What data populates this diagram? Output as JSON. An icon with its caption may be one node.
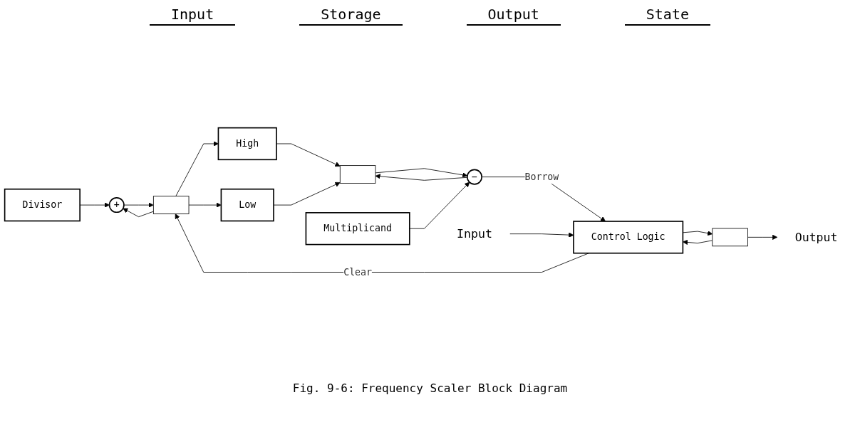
{
  "diagram": {
    "caption": "Fig. 9-6:  Frequency Scaler Block Diagram",
    "nodes": [
      {
        "text": [
          "Divisor"
        ]
      },
      {
        "text": [
          "+"
        ]
      },
      {
        "text": [],
        "shape": "box"
      },
      {
        "text": [
          "High"
        ]
      },
      {
        "text": [
          "Low"
        ]
      },
      {
        "text": [],
        "shape": "box"
      },
      {
        "text": [
          "−"
        ]
      },
      {
        "text": [
          "Multiplicand"
        ]
      },
      {
        "text": [],
        "shape": "box"
      },
      {
        "text": [
          "Control Logic"
        ]
      },
      {
        "text": [
          "Input"
        ]
      },
      {
        "text": [
          "Output"
        ]
      }
    ],
    "edges": [
      {
        "from": 0,
        "to": 1,
        "arrow": "to"
      },
      {
        "from": 2,
        "to": 1,
        "arrow": "to"
      },
      {
        "from": 1,
        "to": 2,
        "arrow": "to"
      },
      {
        "from": 2,
        "to": 3,
        "arrow": "to"
      },
      {
        "from": 2,
        "to": 4,
        "arrow": "to"
      },
      {
        "from": 3,
        "to": 5,
        "arrow": "to"
      },
      {
        "from": 4,
        "to": 5,
        "arrow": "to"
      },
      {
        "from": 5,
        "to": 6,
        "arrow": "to"
      },
      {
        "from": 6,
        "to": 5,
        "arrow": "to"
      },
      {
        "from": 7,
        "to": 6,
        "arrow": "to"
      },
      {
        "from": 6,
        "to": 9,
        "label": "Borrow",
        "arrow": "to"
      },
      {
        "from": 9,
        "to": 2,
        "label": "Clear",
        "arrow": "to"
      },
      {
        "from": 9,
        "to": 8,
        "arrow": "to"
      },
      {
        "from": 8,
        "to": 9,
        "arrow": "to"
      },
      {
        "from": 8,
        "to": 11,
        "arrow": "to"
      },
      {
        "from": 10,
        "to": 9,
        "arrow": "to"
      }
    ],
    "labels": [
      "Input",
      "Storage",
      "Output",
      "State"
    ]
  }
}
